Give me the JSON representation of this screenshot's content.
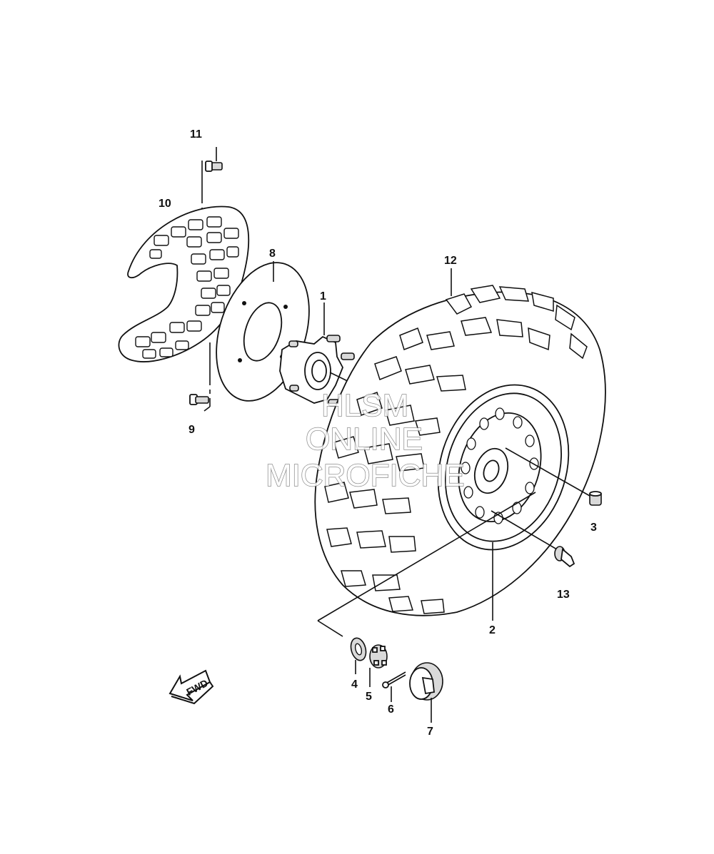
{
  "diagram": {
    "callouts": {
      "c1": "1",
      "c2": "2",
      "c3": "3",
      "c4": "4",
      "c5": "5",
      "c6": "6",
      "c7": "7",
      "c8": "8",
      "c9": "9",
      "c10": "10",
      "c11": "11",
      "c12": "12",
      "c13": "13"
    },
    "fwd_label": "FWD",
    "watermark": {
      "line1": "HLSM",
      "line2": "ONLINE",
      "line3": "MICROFICHE"
    }
  }
}
